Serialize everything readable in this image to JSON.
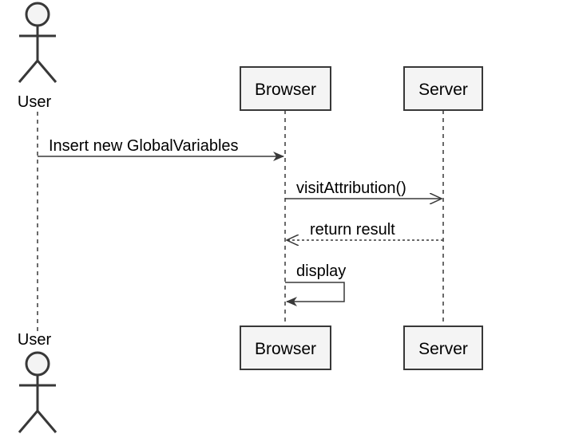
{
  "participants": [
    {
      "id": "user",
      "label": "User",
      "kind": "actor"
    },
    {
      "id": "browser",
      "label": "Browser",
      "kind": "participant"
    },
    {
      "id": "server",
      "label": "Server",
      "kind": "participant"
    }
  ],
  "messages": [
    {
      "from": "user",
      "to": "browser",
      "label": "Insert new GlobalVariables",
      "style": "solid",
      "arrowhead": "filled"
    },
    {
      "from": "browser",
      "to": "server",
      "label": "visitAttribution()",
      "style": "solid",
      "arrowhead": "open"
    },
    {
      "from": "server",
      "to": "browser",
      "label": "return result",
      "style": "dashed",
      "arrowhead": "open"
    },
    {
      "from": "browser",
      "to": "browser",
      "label": "display",
      "style": "solid",
      "arrowhead": "filled",
      "self": true
    }
  ],
  "colors": {
    "line": "#383838",
    "box_fill": "#f4f4f4",
    "text": "#000000"
  }
}
